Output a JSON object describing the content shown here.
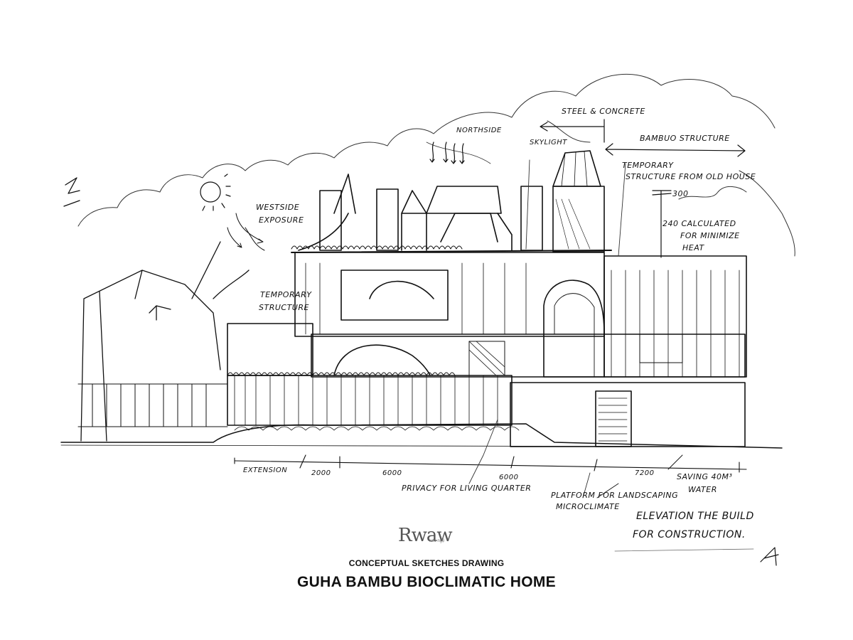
{
  "document": {
    "subtitle": "CONCEPTUAL SKETCHES DRAWING",
    "title": "GUHA BAMBU BIOCLIMATIC HOME",
    "logo": {
      "mark": "Rwaw",
      "sub": "raw ngệ"
    },
    "colors": {
      "ink": "#111111",
      "paper": "#ffffff"
    }
  },
  "annotations": {
    "steel_concrete": "Steel & Concrete",
    "bamboo_structure": "Bambuo Structure",
    "northside": "Northside",
    "skylight": "Skylight",
    "temporary_structure_old_house_1": "Temporary",
    "temporary_structure_old_house_2": "Structure from old house",
    "dim_300": "300",
    "calc_1": "240 calculated",
    "calc_2": "for minimize",
    "calc_3": "heat",
    "westside_1": "Westside",
    "westside_2": "Exposure",
    "temporary_left_1": "Temporary",
    "temporary_left_2": "Structure",
    "extension": "Extension",
    "dim_2000": "2000",
    "dim_6000_a": "6000",
    "dim_6000_b": "6000",
    "privacy": "Privacy for living quarter",
    "platform_1": "Platform for landscaping",
    "platform_2": "microclimate",
    "dim_7200": "7200",
    "water_1": "Saving 40m³",
    "water_2": "water",
    "elevation_1": "Elevation the build",
    "elevation_2": "for construction."
  }
}
